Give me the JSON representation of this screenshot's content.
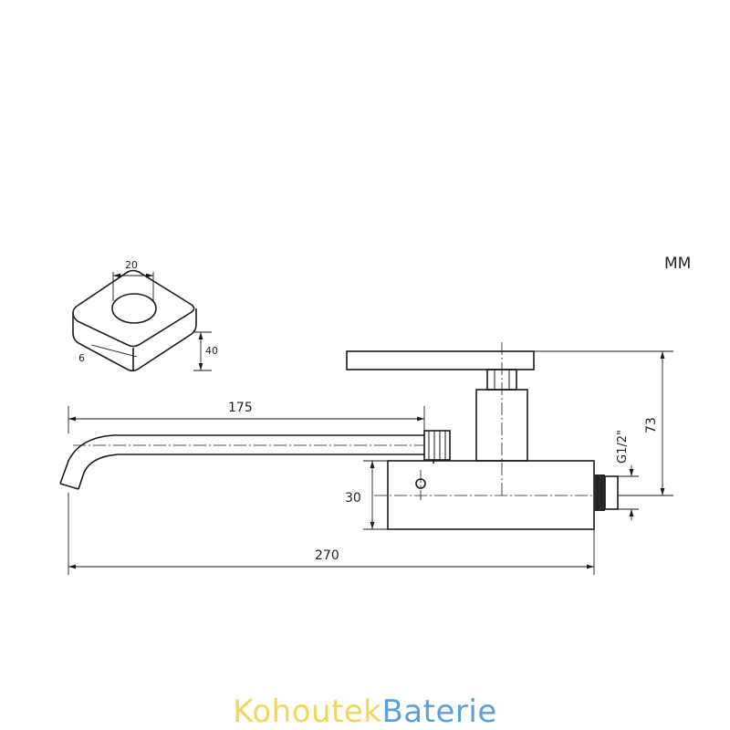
{
  "units_label": "MM",
  "dimensions": {
    "cap_width": "20",
    "cap_thickness": "6",
    "cap_size": "40",
    "spout_length": "175",
    "total_length": "270",
    "body_height": "30",
    "handle_height": "73",
    "thread": "G1/2\""
  },
  "brand": {
    "part1": "Kohoutek",
    "part2": "Baterie",
    "color1": "#f2d65c",
    "color2": "#5ba0d6"
  }
}
